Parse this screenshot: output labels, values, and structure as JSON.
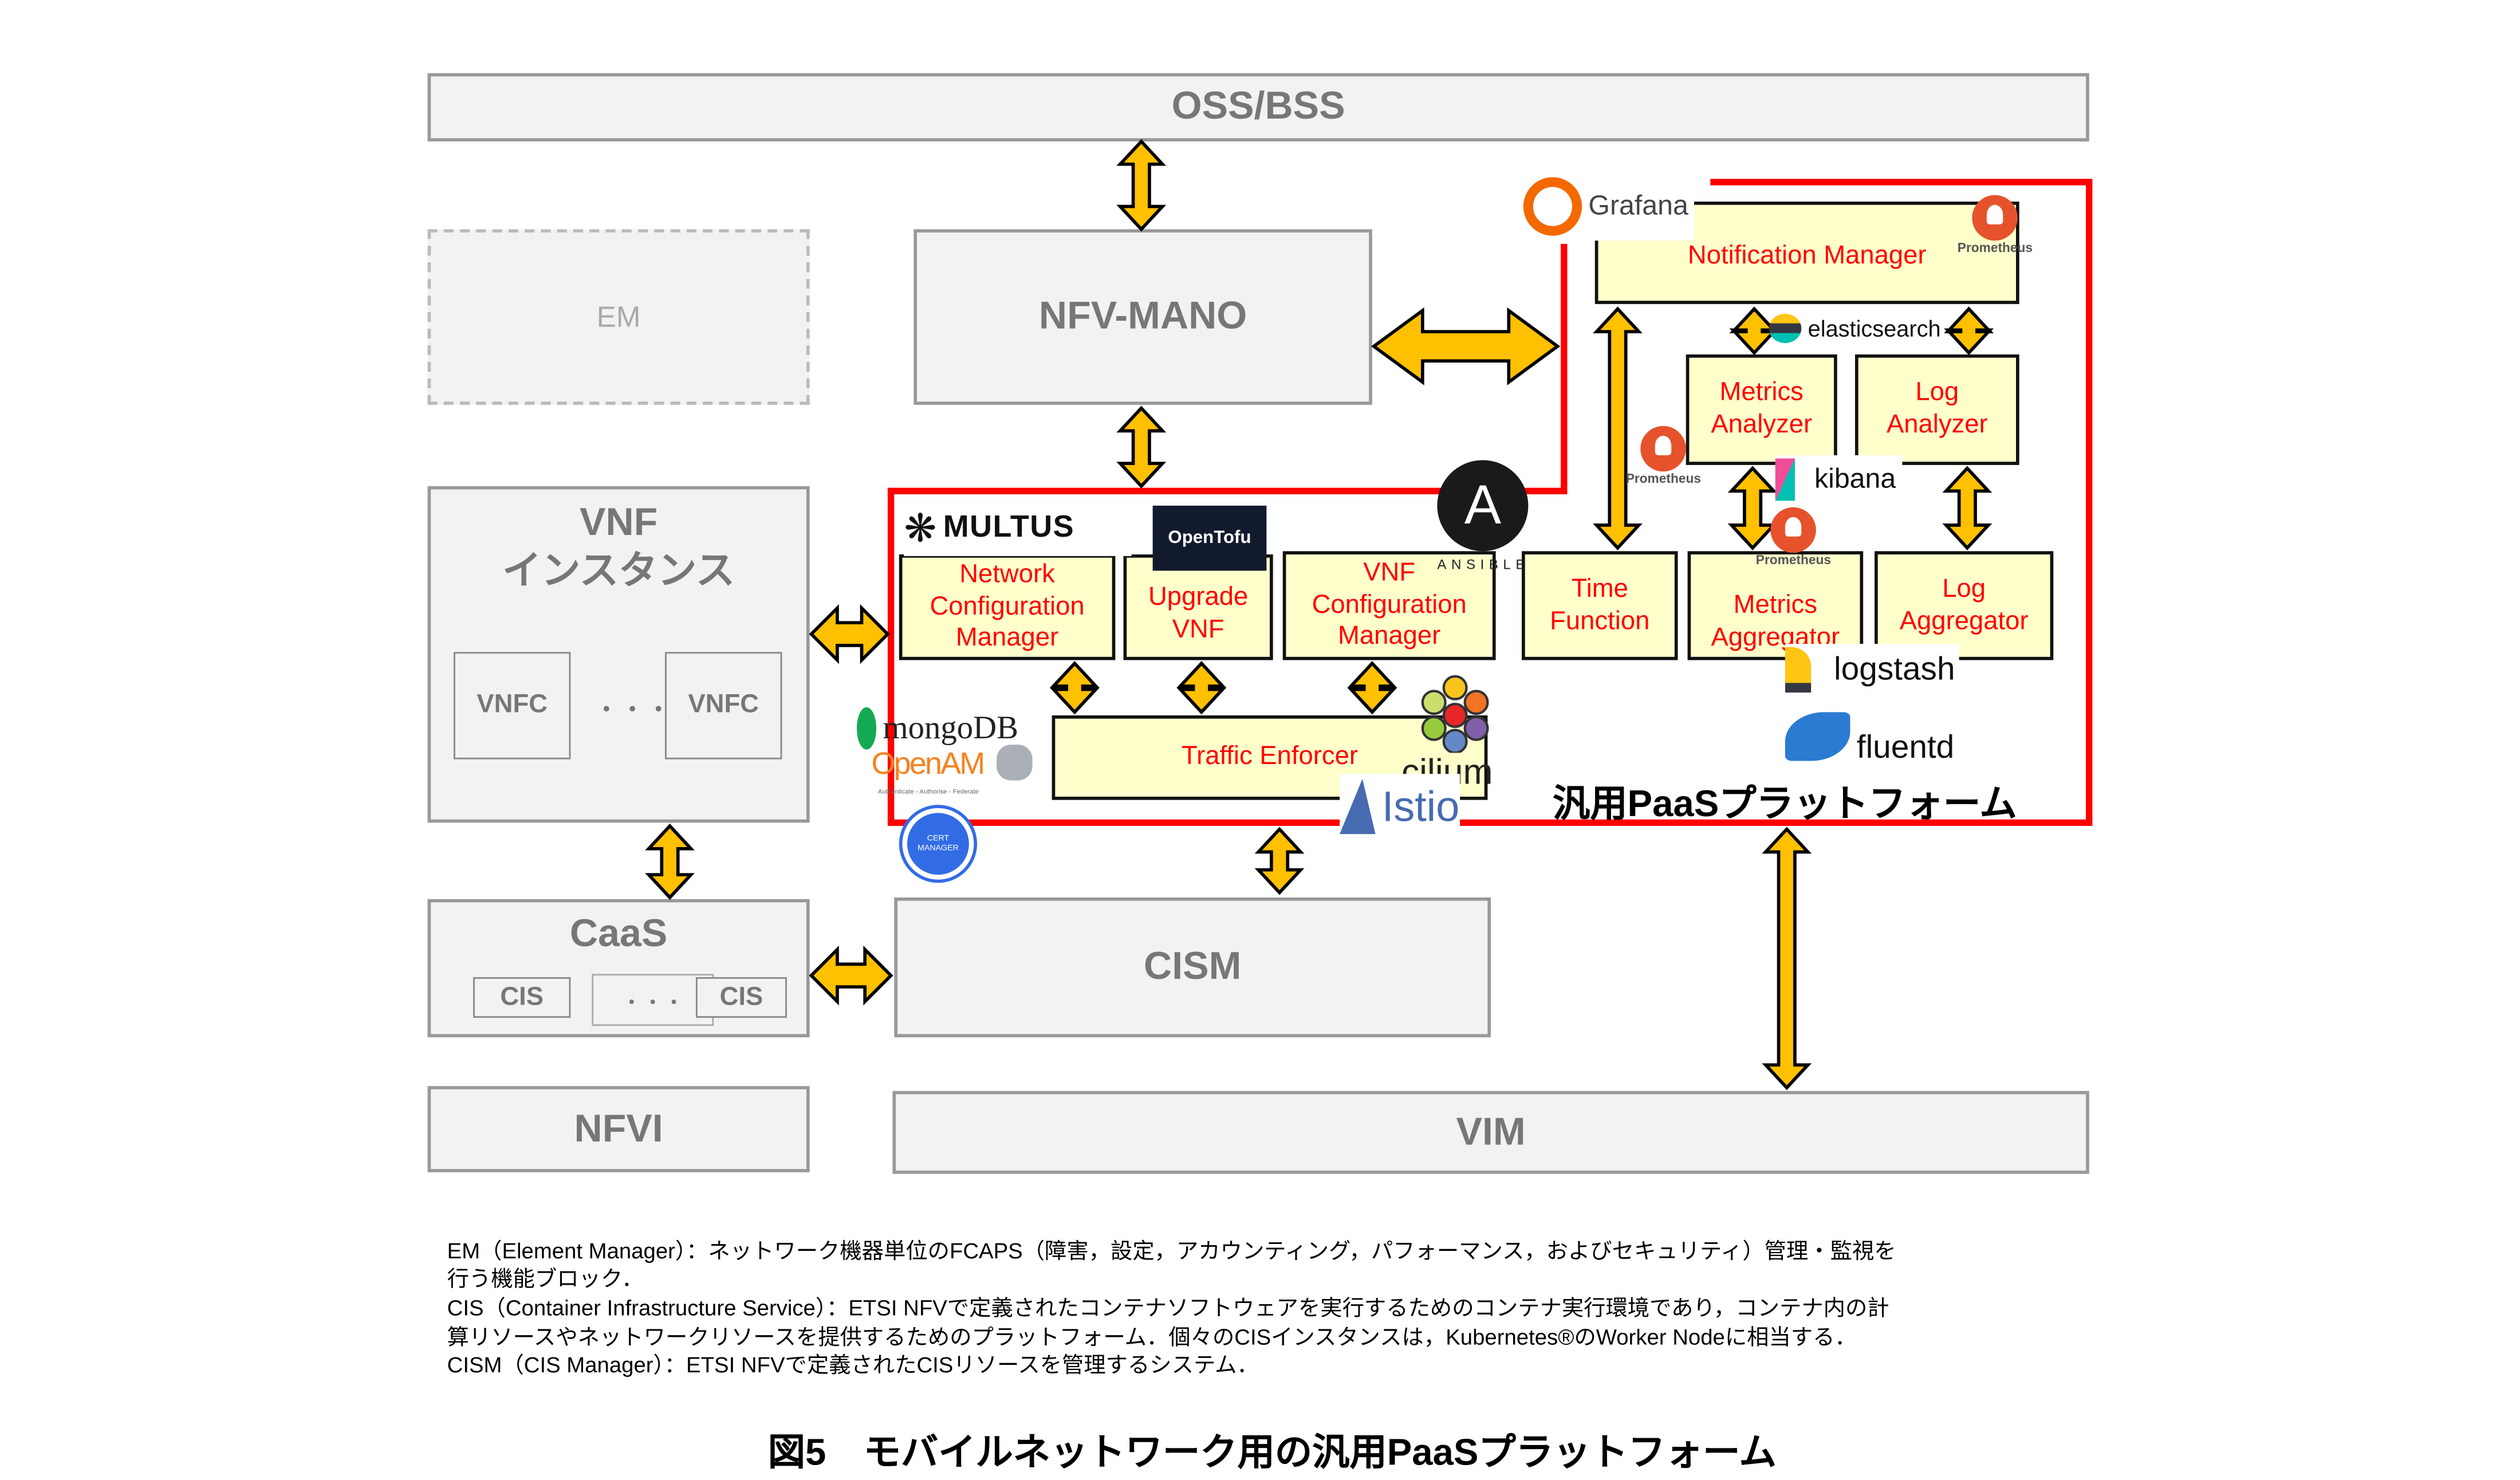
{
  "boxes": {
    "oss_bss": "OSS/BSS",
    "em": "EM",
    "nfv_mano": "NFV-MANO",
    "vnf_title": "VNF\nインスタンス",
    "vnfc": "VNFC",
    "dots": "・・・",
    "caas": "CaaS",
    "cis": "CIS",
    "nfvi": "NFVI",
    "cism": "CISM",
    "vim": "VIM"
  },
  "paas": {
    "title": "汎用PaaSプラットフォーム",
    "notification_manager": "Notification Manager",
    "metrics_analyzer": "Metrics\nAnalyzer",
    "log_analyzer": "Log\nAnalyzer",
    "time_function": "Time\nFunction",
    "metrics_aggregator": "Metrics\nAggregator",
    "log_aggregator": "Log\nAggregator",
    "network_configuration_manager": "Network\nConfiguration\nManager",
    "upgrade_vnf": "Upgrade\nVNF",
    "vnf_configuration_manager": "VNF\nConfiguration\nManager",
    "traffic_enforcer": "Traffic Enforcer"
  },
  "logos": {
    "grafana": "Grafana",
    "prometheus": "Prometheus",
    "elasticsearch": "elasticsearch",
    "kibana": "kibana",
    "logstash": "logstash",
    "fluentd": "fluentd",
    "multus": "MULTUS",
    "opentofu": "OpenTofu",
    "ansible": "ANSIBLE",
    "mongodb": "mongoDB",
    "openam": "OpenAM",
    "openam_tagline": "Authenticate - Authorise - Federate",
    "cert_manager": "CERT MANAGER",
    "cilium": "cilium",
    "istio": "Istio"
  },
  "colors": {
    "accent_border": "#ff0000",
    "arrow_fill": "#ffc000",
    "component_fill": "#ffffcc",
    "component_text": "#ff0000"
  },
  "footnotes": [
    "EM（Element Manager）：ネットワーク機器単位のFCAPS（障害，設定，アカウンティング，パフォーマンス，およびセキュリティ）管理・監視を",
    "行う機能ブロック．",
    "CIS（Container Infrastructure Service）：ETSI NFVで定義されたコンテナソフトウェアを実行するためのコンテナ実行環境であり，コンテナ内の計",
    "算リソースやネットワークリソースを提供するためのプラットフォーム．個々のCISインスタンスは，Kubernetes®のWorker Nodeに相当する．",
    "CISM（CIS Manager）：ETSI NFVで定義されたCISリソースを管理するシステム．"
  ],
  "caption": "図5　モバイルネットワーク用の汎用PaaSプラットフォーム"
}
